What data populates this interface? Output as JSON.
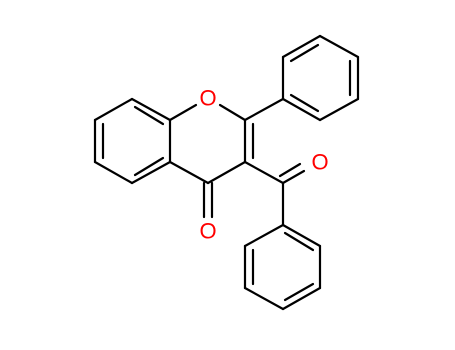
{
  "molecule": {
    "atoms": [
      {
        "label": "O"
      },
      {
        "label": "O"
      },
      {
        "label": "O"
      }
    ],
    "colors": {
      "bond": "#000000",
      "oxygen": "#ff0000",
      "background": "#ffffff"
    }
  }
}
